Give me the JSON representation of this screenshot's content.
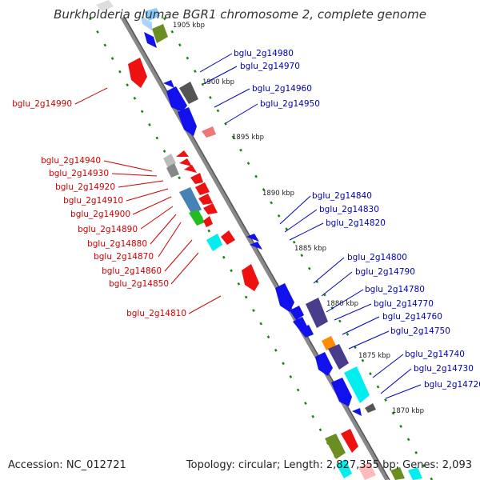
{
  "title": "Burkholderia glumae BGR1 chromosome 2, complete genome",
  "footer": {
    "accession": "Accession: NC_012721",
    "stats": "Topology: circular; Length: 2,827,355 bp; Genes: 2,093"
  },
  "kbp_ticks": [
    "1905 kbp",
    "1900 kbp",
    "1895 kbp",
    "1890 kbp",
    "1885 kbp",
    "1880 kbp",
    "1875 kbp",
    "1870 kbp"
  ],
  "reverse_strand_genes": [
    "bglu_2g14990",
    "bglu_2g14940",
    "bglu_2g14930",
    "bglu_2g14920",
    "bglu_2g14910",
    "bglu_2g14900",
    "bglu_2g14890",
    "bglu_2g14880",
    "bglu_2g14870",
    "bglu_2g14860",
    "bglu_2g14850",
    "bglu_2g14810"
  ],
  "forward_strand_genes": [
    "bglu_2g14980",
    "bglu_2g14970",
    "bglu_2g14960",
    "bglu_2g14950",
    "bglu_2g14840",
    "bglu_2g14830",
    "bglu_2g14820",
    "bglu_2g14800",
    "bglu_2g14790",
    "bglu_2g14780",
    "bglu_2g14770",
    "bglu_2g14760",
    "bglu_2g14750",
    "bglu_2g14740",
    "bglu_2g14730",
    "bglu_2g14720"
  ],
  "colors": {
    "reverse_label": "#cc0000",
    "forward_label": "#0000bb",
    "backbone": "#888888",
    "tick_dash": "#118811"
  }
}
